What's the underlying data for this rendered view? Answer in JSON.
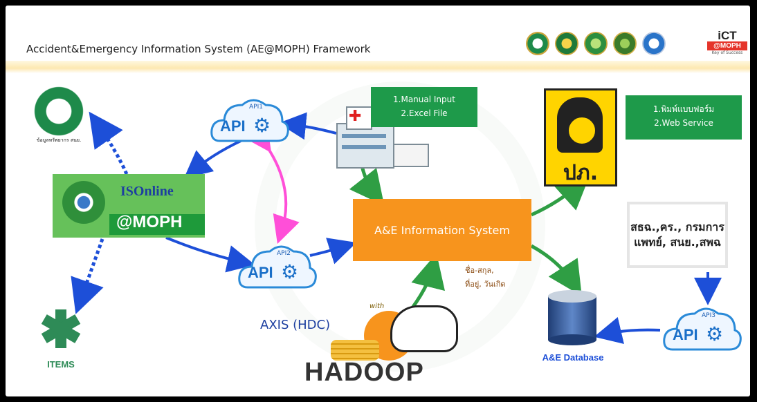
{
  "header": {
    "title": "Accident&Emergency Information System (AE@MOPH) Framework",
    "brand_ict": "iCT",
    "brand_moph": "@MOPH",
    "brand_tagline": "Key of Success"
  },
  "nodes": {
    "moph_caption": "ข้อมูลทรัพยากร สนย.",
    "isonline_title": "ISOnline",
    "isonline_sub": "@MOPH",
    "items_label": "ITEMS",
    "api1_label": "API1",
    "api2_label": "API2",
    "api3_label": "API3",
    "api_text": "API",
    "input_line1": "1.Manual Input",
    "input_line2": "2.Excel File",
    "police_line1": "1.พิมพ์แบบฟอร์ม",
    "police_line2": "2.Web Service",
    "police_logo_text": "ปภ.",
    "core_system": "A&E Information System",
    "agencies": "สธฉ.,คร., กรมการแพทย์, สนย.,สพฉ",
    "hadoop_fields_line1": "ชื่อ-สกุล,",
    "hadoop_fields_line2": "ที่อยู่, วันเกิด",
    "axis_label": "AXIS (HDC)",
    "hadoop_with": "with",
    "hadoop_label": "HADOOP",
    "database_label": "A&E Database"
  },
  "colors": {
    "green_box": "#1e9a4a",
    "orange_box": "#f7941d",
    "arrow_blue": "#1d4fd8",
    "arrow_green": "#2f9e44",
    "arrow_magenta": "#ff4fd8",
    "arrow_dotted": "#1d4fd8"
  }
}
